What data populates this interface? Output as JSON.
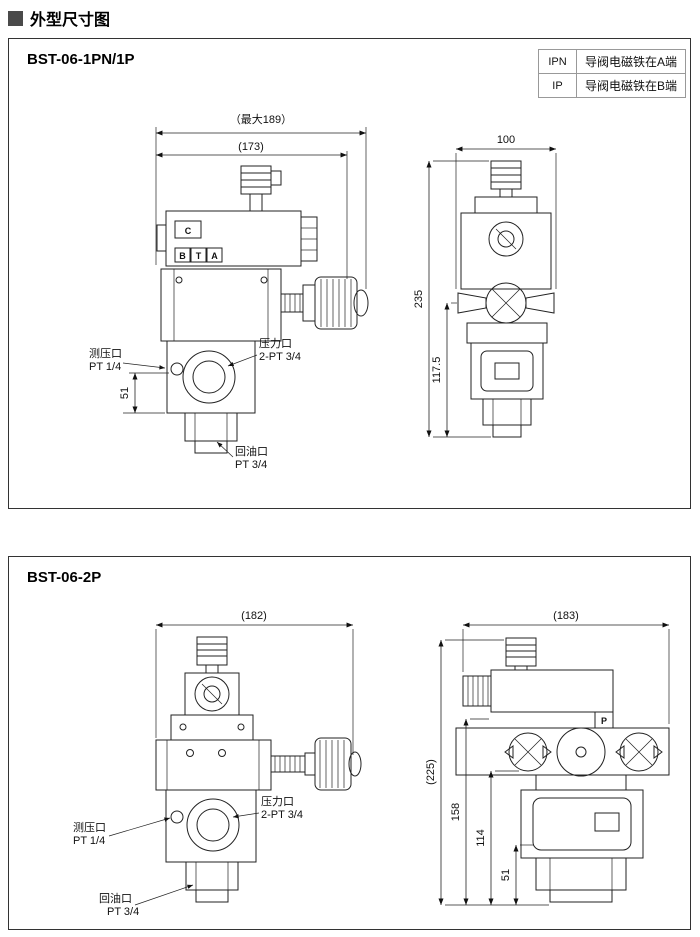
{
  "page_title": "外型尺寸图",
  "panel1": {
    "title": "BST-06-1PN/1P",
    "legend": [
      {
        "code": "IPN",
        "desc": "导阀电磁铁在A端"
      },
      {
        "code": "IP",
        "desc": "导阀电磁铁在B端"
      }
    ],
    "front": {
      "dim_overall": "（最大189）",
      "dim_body": "(173)",
      "dim_51": "51",
      "mark_c": "C",
      "mark_b": "B",
      "mark_t": "T",
      "mark_a": "A",
      "gauge_port": "测压口",
      "gauge_port_size": "PT 1/4",
      "pressure_port": "压力口",
      "pressure_port_size": "2-PT 3/4",
      "return_port": "回油口",
      "return_port_size": "PT 3/4"
    },
    "side": {
      "dim_width": "100",
      "dim_total_height": "235",
      "dim_lower_height": "117.5"
    }
  },
  "panel2": {
    "title": "BST-06-2P",
    "front": {
      "dim_overall": "(182)",
      "pressure_port": "压力口",
      "pressure_port_size": "2-PT 3/4",
      "gauge_port": "测压口",
      "gauge_port_size": "PT 1/4",
      "return_port": "回油口",
      "return_port_size": "PT 3/4"
    },
    "side": {
      "dim_width": "(183)",
      "dim_total_height": "(225)",
      "dim_158": "158",
      "dim_114": "114",
      "dim_51": "51",
      "mark_p": "P"
    }
  }
}
